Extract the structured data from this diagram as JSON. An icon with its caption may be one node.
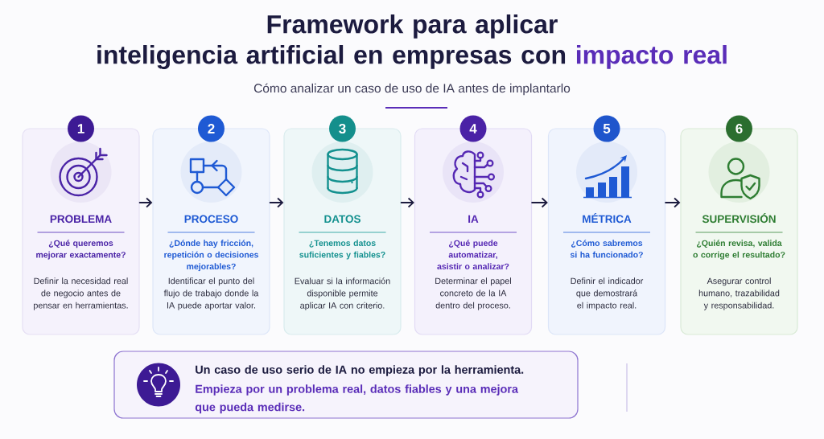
{
  "diagram": {
    "title": "Framework para aplicar inteligencia artificial en empresas con **impacto real**",
    "nodes": [
      {
        "text": [
          "1"
        ]
      },
      {
        "text": [
          "PROBLEMA",
          "¿Qué queremos mejorar exactamente?",
          "Definir la necesidad real de negocio antes de pensar en herramientas."
        ]
      },
      {
        "text": [
          "2"
        ]
      },
      {
        "text": [
          "PROCESO",
          "¿Dónde hay fricción, repetición o decisiones mejorables?",
          "Identificar el punto del flujo de trabajo donde la IA puede aportar valor."
        ]
      },
      {
        "text": [
          "3"
        ]
      },
      {
        "text": [
          "DATOS",
          "¿Tenemos datos suficientes y fiables?",
          "Evaluar si la información disponible permite aplicar IA con criterio."
        ]
      },
      {
        "text": [
          "4"
        ]
      },
      {
        "text": [
          "IA",
          "¿Qué puede automatizar, asistir o analizar?",
          "Determinar el papel concreto de la IA dentro del proceso."
        ]
      },
      {
        "text": [
          "5"
        ]
      },
      {
        "text": [
          "MÉTRICA",
          "¿Cómo sabremos si ha funcionado?",
          "Definir el indicador que demostrará el impacto real."
        ]
      },
      {
        "text": [
          "6"
        ]
      },
      {
        "text": [
          "SUPERVISIÓN",
          "¿Quién revisa, valida o corrige el resultado?",
          "Asegurar control humano, trazabilidad y responsabilidad."
        ]
      },
      {
        "text": [
          "Un caso de uso serio de IA no empieza por la herramienta.",
          "Empieza por un problema real, datos fiables y una mejora que pueda medirse."
        ]
      }
    ],
    "edges": [
      {
        "from": 1,
        "to": 3,
        "arrow": "to"
      },
      {
        "from": 3,
        "to": 5,
        "arrow": "to"
      },
      {
        "from": 5,
        "to": 7,
        "arrow": "to"
      },
      {
        "from": 7,
        "to": 9,
        "arrow": "to"
      },
      {
        "from": 9,
        "to": 11,
        "arrow": "to"
      }
    ],
    "labels": [
      "Cómo analizar un caso de uso de IA antes de implantarlo"
    ]
  }
}
